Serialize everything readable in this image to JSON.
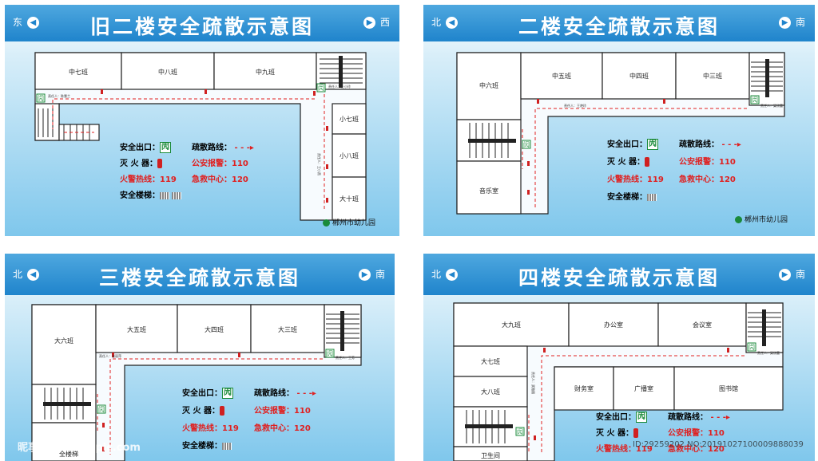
{
  "panels": [
    {
      "title": "旧二楼安全疏散示意图",
      "dir_left": "东",
      "dir_right": "西",
      "rooms": [
        "中七班",
        "中八班",
        "中九班",
        "小七班",
        "小八班",
        "大十班"
      ],
      "responsible": [
        "责任人：陈慧兰",
        "责任人：王小燕",
        "责任人：王小玲"
      ],
      "legend": {
        "exit_label": "安全出口：",
        "exit_glyph": "闶",
        "route_label": "疏散路线：",
        "ext_label": "灭 火 器：",
        "police_label": "公安报警：",
        "police_num": "110",
        "fire_label": "火警热线：",
        "fire_num": "119",
        "aid_label": "急救中心：",
        "aid_num": "120",
        "stairs_label": "安全楼梯："
      },
      "logo": "郴州市幼儿园"
    },
    {
      "title": "二楼安全疏散示意图",
      "dir_left": "北",
      "dir_right": "南",
      "rooms": [
        "中六班",
        "中五班",
        "中四班",
        "中三班",
        "音乐室"
      ],
      "responsible": [
        "责任人：王艳玲",
        "责任人：梁欣蕾"
      ],
      "legend": {
        "exit_label": "安全出口：",
        "exit_glyph": "闶",
        "route_label": "疏散路线：",
        "ext_label": "灭 火 器：",
        "police_label": "公安报警：",
        "police_num": "110",
        "fire_label": "火警热线：",
        "fire_num": "119",
        "aid_label": "急救中心：",
        "aid_num": "120",
        "stairs_label": "安全楼梯："
      },
      "logo": "郴州市幼儿园"
    },
    {
      "title": "三楼安全疏散示意图",
      "dir_left": "北",
      "dir_right": "南",
      "rooms": [
        "大六班",
        "大五班",
        "大四班",
        "大三班"
      ],
      "responsible": [
        "责任人：张丽萍",
        "责任人：王芳"
      ],
      "legend": {
        "exit_label": "安全出口：",
        "exit_glyph": "闶",
        "route_label": "疏散路线：",
        "ext_label": "灭 火 器：",
        "police_label": "公安报警：",
        "police_num": "110",
        "fire_label": "火警热线：",
        "fire_num": "119",
        "aid_label": "急救中心：",
        "aid_num": "120",
        "stairs_label": "安全楼梯："
      },
      "partial_text": "全楼梯"
    },
    {
      "title": "四楼安全疏散示意图",
      "dir_left": "北",
      "dir_right": "南",
      "rooms": [
        "大九班",
        "办公室",
        "会议室",
        "大七班",
        "大八班",
        "财务室",
        "广播室",
        "图书馆",
        "卫生间"
      ],
      "responsible": [
        "责任人：武雅丽",
        "责任人：梁欣蕾"
      ],
      "legend": {
        "exit_label": "安全出口：",
        "exit_glyph": "闶",
        "route_label": "疏散路线：",
        "ext_label": "灭 火 器：",
        "police_label": "公安报警：",
        "police_num": "110",
        "fire_label": "火警热线：",
        "fire_num": "119",
        "aid_label": "急救中心：",
        "aid_num": "120"
      }
    }
  ],
  "watermark": {
    "brand": "昵享网 www.nipic.com",
    "id": "ID:29259202 NO:20191027100009888039"
  }
}
